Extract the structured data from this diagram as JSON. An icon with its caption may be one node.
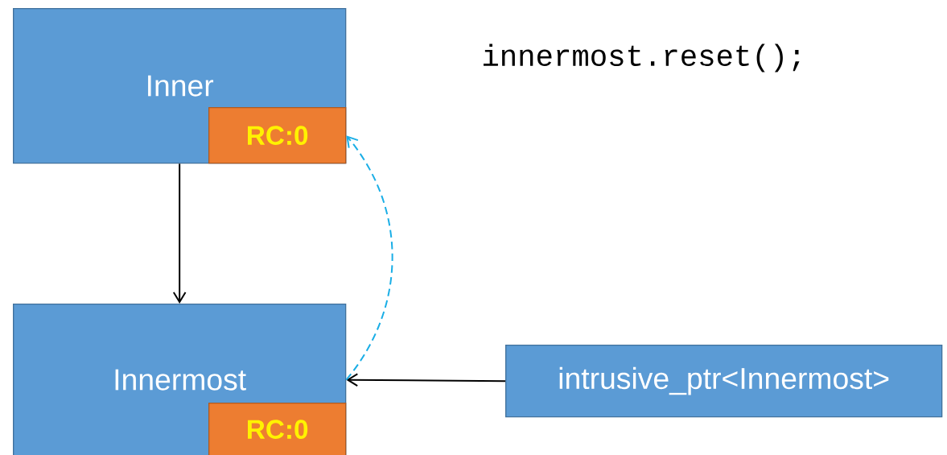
{
  "diagram": {
    "nodes": [
      {
        "text": [
          "Inner"
        ]
      },
      {
        "text": [
          "RC:0"
        ],
        "in": 0
      },
      {
        "text": [
          "Innermost"
        ]
      },
      {
        "text": [
          "RC:0"
        ],
        "in": 2
      },
      {
        "text": [
          "intrusive_ptr<Innermost>"
        ]
      }
    ],
    "edges": [
      {
        "from": 0,
        "to": 2,
        "arrow": "to"
      },
      {
        "from": 4,
        "to": 2,
        "arrow": "to"
      },
      {
        "from": 2,
        "to": 1,
        "arrow": "to",
        "style": "dashed",
        "color": "#1aaee6"
      }
    ],
    "labels": [
      "innermost.reset();"
    ]
  }
}
